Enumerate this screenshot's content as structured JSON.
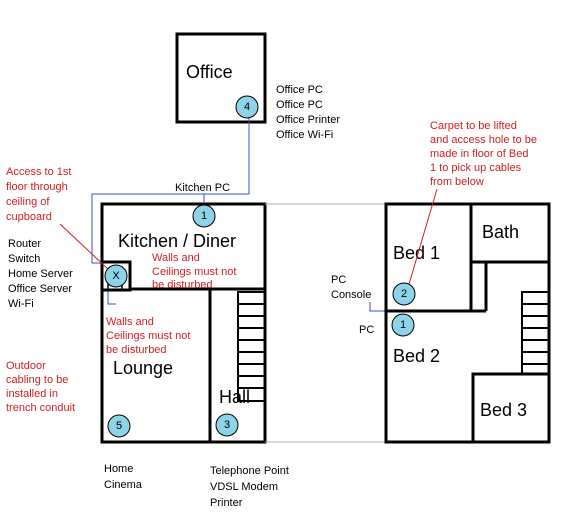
{
  "rooms": {
    "office": "Office",
    "kitchen": "Kitchen / Diner",
    "lounge": "Lounge",
    "hall": "Hall",
    "bed1": "Bed 1",
    "bed2": "Bed 2",
    "bed3": "Bed 3",
    "bath": "Bath"
  },
  "equipment": {
    "office": [
      "Office PC",
      "Office PC",
      "Office Printer",
      "Office Wi-Fi"
    ],
    "kitchen": "Kitchen PC",
    "core": [
      "Router",
      "Switch",
      "Home Server",
      "Office Server",
      "Wi-Fi"
    ],
    "lounge": [
      "Home",
      "Cinema"
    ],
    "hall": [
      "Telephone Point",
      "VDSL Modem",
      "Printer"
    ],
    "pc_console": [
      "PC",
      "Console"
    ],
    "pc": "PC"
  },
  "notes": {
    "cupboard": [
      "Access to 1st",
      "floor through",
      "ceiling of",
      "cupboard"
    ],
    "kitchen_walls": [
      "Walls and",
      "Ceilings must not",
      "be disturbed"
    ],
    "lounge_walls": [
      "Walls and",
      "Ceilings must not",
      "be disturbed"
    ],
    "outdoor": [
      "Outdoor",
      "cabling to be",
      "installed in",
      "trench conduit"
    ],
    "carpet": [
      "Carpet to be lifted",
      "and access hole to be",
      "made in floor of Bed",
      "1 to pick up cables",
      "from below"
    ]
  },
  "nodes": {
    "office": "4",
    "kitchen": "1",
    "core": "X",
    "lounge": "5",
    "hall": "3",
    "bed1": "2",
    "bed2": "1"
  },
  "colors": {
    "node_fill": "#8fd3e8",
    "cable": "#3a4fd0",
    "note": "#d02020"
  }
}
